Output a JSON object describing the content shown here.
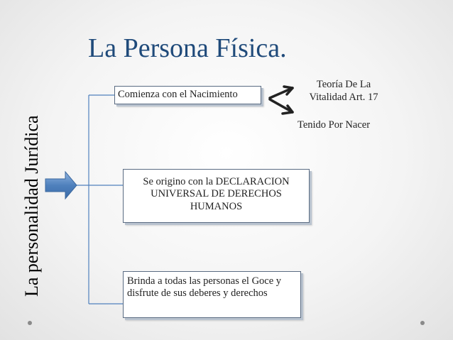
{
  "title": "La Persona Física.",
  "side_label": "La personalidad Jurídica",
  "boxes": [
    "Comienza con el Nacimiento",
    "Se origino con la DECLARACION UNIVERSAL DE DERECHOS HUMANOS",
    "Brinda a todas las personas el Goce y disfrute de sus deberes y derechos"
  ],
  "notes": [
    "Teoría De La Vitalidad Art. 17",
    "Tenido Por Nacer"
  ],
  "colors": {
    "title": "#1f4a7a",
    "arrow": "#4f81bd",
    "connector": "#4f81bd",
    "box_border": "#5a6b82"
  }
}
